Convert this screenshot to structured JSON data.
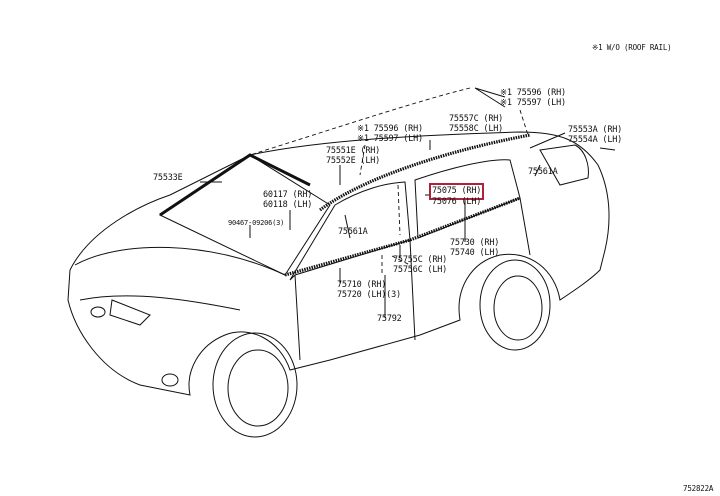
{
  "note": "※1 W/O (ROOF RAIL)",
  "figure_id": "752822A",
  "highlight_color": "#b0223a",
  "labels": {
    "roof_rear_a": "※1 75596 (RH)",
    "roof_rear_b": "※1 75597 (LH)",
    "roof_mold_a": "75557C (RH)",
    "roof_mold_b": "75558C (LH)",
    "rear_end_a": "75553A (RH)",
    "rear_end_b": "75554A (LH)",
    "roof_front_a": "※1 75596 (RH)",
    "roof_front_b": "※1 75597 (LH)",
    "front_pillar_a": "75551E (RH)",
    "front_pillar_b": "75552E (LH)",
    "clip_rear": "75561A",
    "windshield": "75533E",
    "mirror_a": "60117 (RH)",
    "mirror_b": "60118 (LH)",
    "screw": "90467-09206(3)",
    "garnish_a": "75075 (RH)",
    "garnish_b": "75076 (LH)",
    "clip_front": "75561A",
    "rear_belt_a": "75730 (RH)",
    "rear_belt_b": "75740 (LH)",
    "center_a": "75755C (RH)",
    "center_b": "75756C (LH)",
    "front_belt_a": "75710 (RH)",
    "front_belt_b": "75720 (LH)(3)",
    "pillar_tape": "75792"
  }
}
